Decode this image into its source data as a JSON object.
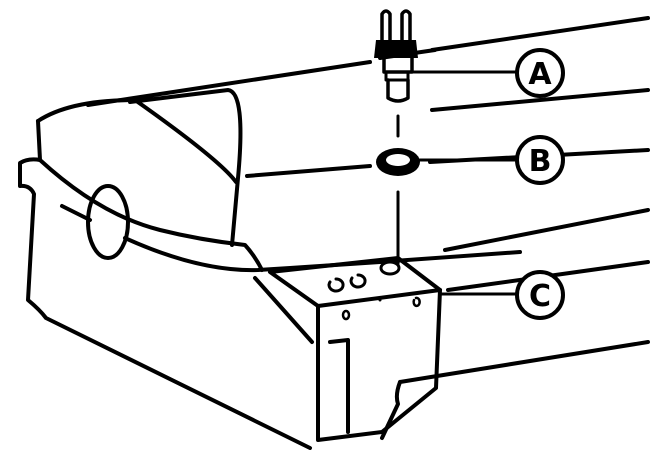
{
  "diagram": {
    "callouts": [
      {
        "id": "A",
        "label": "A",
        "part": "sensor"
      },
      {
        "id": "B",
        "label": "B",
        "part": "sealing-washer"
      },
      {
        "id": "C",
        "label": "C",
        "part": "mounting-block"
      }
    ],
    "colors": {
      "ink": "#000000",
      "background": "#ffffff"
    }
  }
}
